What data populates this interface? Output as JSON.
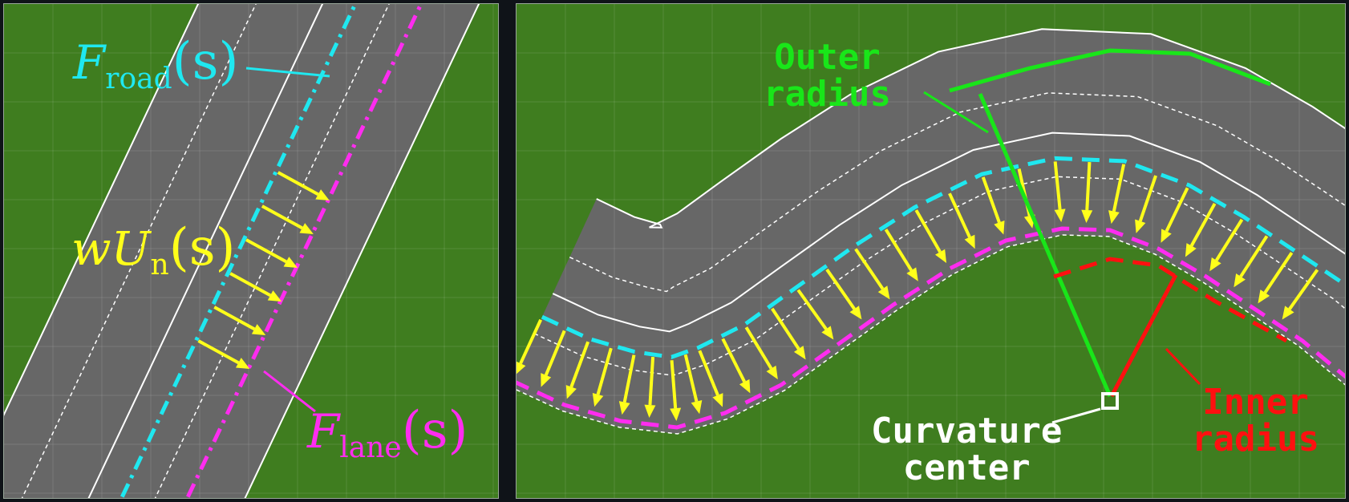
{
  "colors": {
    "grass": "#3f7d1f",
    "road": "#676767",
    "road_edge": "#ffffff",
    "road_line": "#ffffff",
    "road_reference": "#1fe8f0",
    "lane_reference": "#ff2cf0",
    "potential_field": "#ffff1a",
    "outer_radius": "#19e619",
    "inner_radius": "#ff1010",
    "curvature_center": "#ffffff"
  },
  "left_panel": {
    "road_label": {
      "symbol": "F",
      "subscript": "road",
      "argument": "(s)"
    },
    "potential_label": {
      "weight": "w",
      "symbol": "U",
      "subscript": "n",
      "argument": "(s)"
    },
    "lane_label": {
      "symbol": "F",
      "subscript": "lane",
      "argument": "(s)"
    }
  },
  "right_panel": {
    "outer_radius_label": {
      "line1": "Outer",
      "line2": "radius"
    },
    "inner_radius_label": {
      "line1": "Inner",
      "line2": "radius"
    },
    "curvature_center_label": {
      "line1": "Curvature",
      "line2": "center"
    }
  }
}
